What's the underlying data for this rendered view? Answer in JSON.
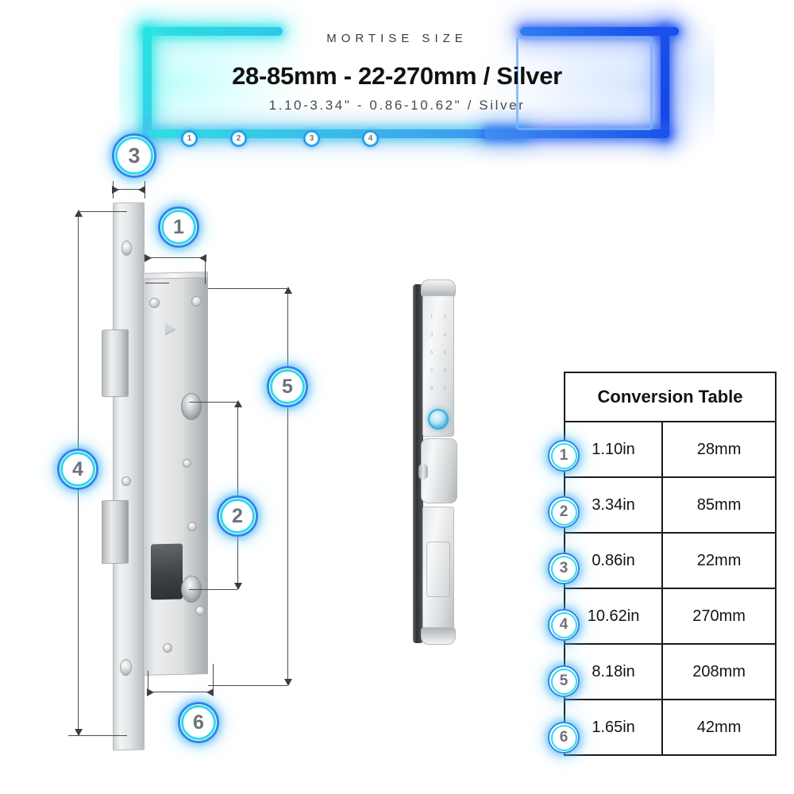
{
  "header": {
    "eyebrow": "MORTISE SIZE",
    "headline": "28-85mm - 22-270mm / Silver",
    "subline": "1.10-3.34\" - 0.86-10.62\" / Silver",
    "rail_dots": [
      "1",
      "2",
      "3",
      "4"
    ],
    "frame_color_left": "#2ee0e2",
    "frame_color_right": "#1a52ea"
  },
  "callouts": {
    "badge_1": "1",
    "badge_2": "2",
    "badge_3": "3",
    "badge_4": "4",
    "badge_5": "5",
    "badge_6": "6"
  },
  "device": {
    "keypad_keys": [
      "1",
      "2",
      "3",
      "4",
      "5",
      "6",
      "7",
      "8",
      "9",
      "0"
    ],
    "fingerprint_color": "#3fa9dd"
  },
  "table": {
    "title": "Conversion Table",
    "rows": [
      {
        "marker": "1",
        "inch": "1.10in",
        "mm": "28mm"
      },
      {
        "marker": "2",
        "inch": "3.34in",
        "mm": "85mm"
      },
      {
        "marker": "3",
        "inch": "0.86in",
        "mm": "22mm"
      },
      {
        "marker": "4",
        "inch": "10.62in",
        "mm": "270mm"
      },
      {
        "marker": "5",
        "inch": "8.18in",
        "mm": "208mm"
      },
      {
        "marker": "6",
        "inch": "1.65in",
        "mm": "42mm"
      }
    ]
  }
}
